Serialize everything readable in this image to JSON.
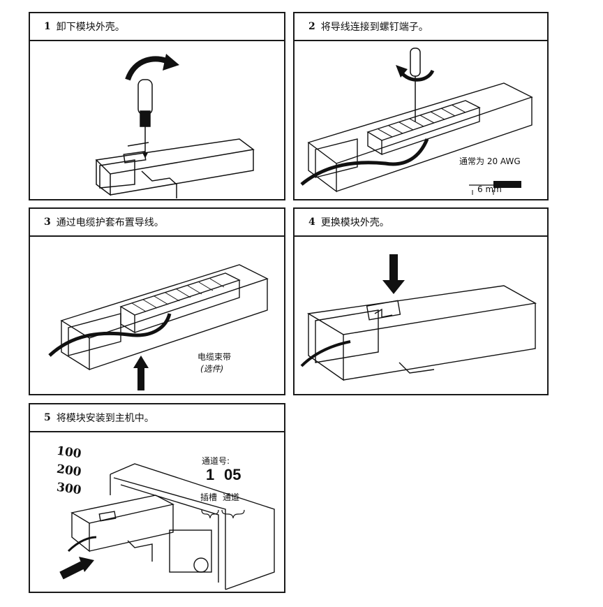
{
  "steps": [
    {
      "number": "1",
      "text": "卸下模块外壳。"
    },
    {
      "number": "2",
      "text": "将导线连接到螺钉端子。"
    },
    {
      "number": "3",
      "text": "通过电缆护套布置导线。"
    },
    {
      "number": "4",
      "text": "更换模块外壳。"
    },
    {
      "number": "5",
      "text": "将模块安装到主机中。"
    }
  ],
  "step2": {
    "wire_gauge": "通常为 20 AWG",
    "strip_length": "6 mm"
  },
  "step3": {
    "cable_tie": "电缆束带",
    "cable_tie_note": "(选件)"
  },
  "step5": {
    "slot_labels": [
      "100",
      "200",
      "300"
    ],
    "channel_title": "通道号:",
    "slot_value": "1",
    "channel_value": "05",
    "slot_caption": "插槽",
    "channel_caption": "通道"
  }
}
